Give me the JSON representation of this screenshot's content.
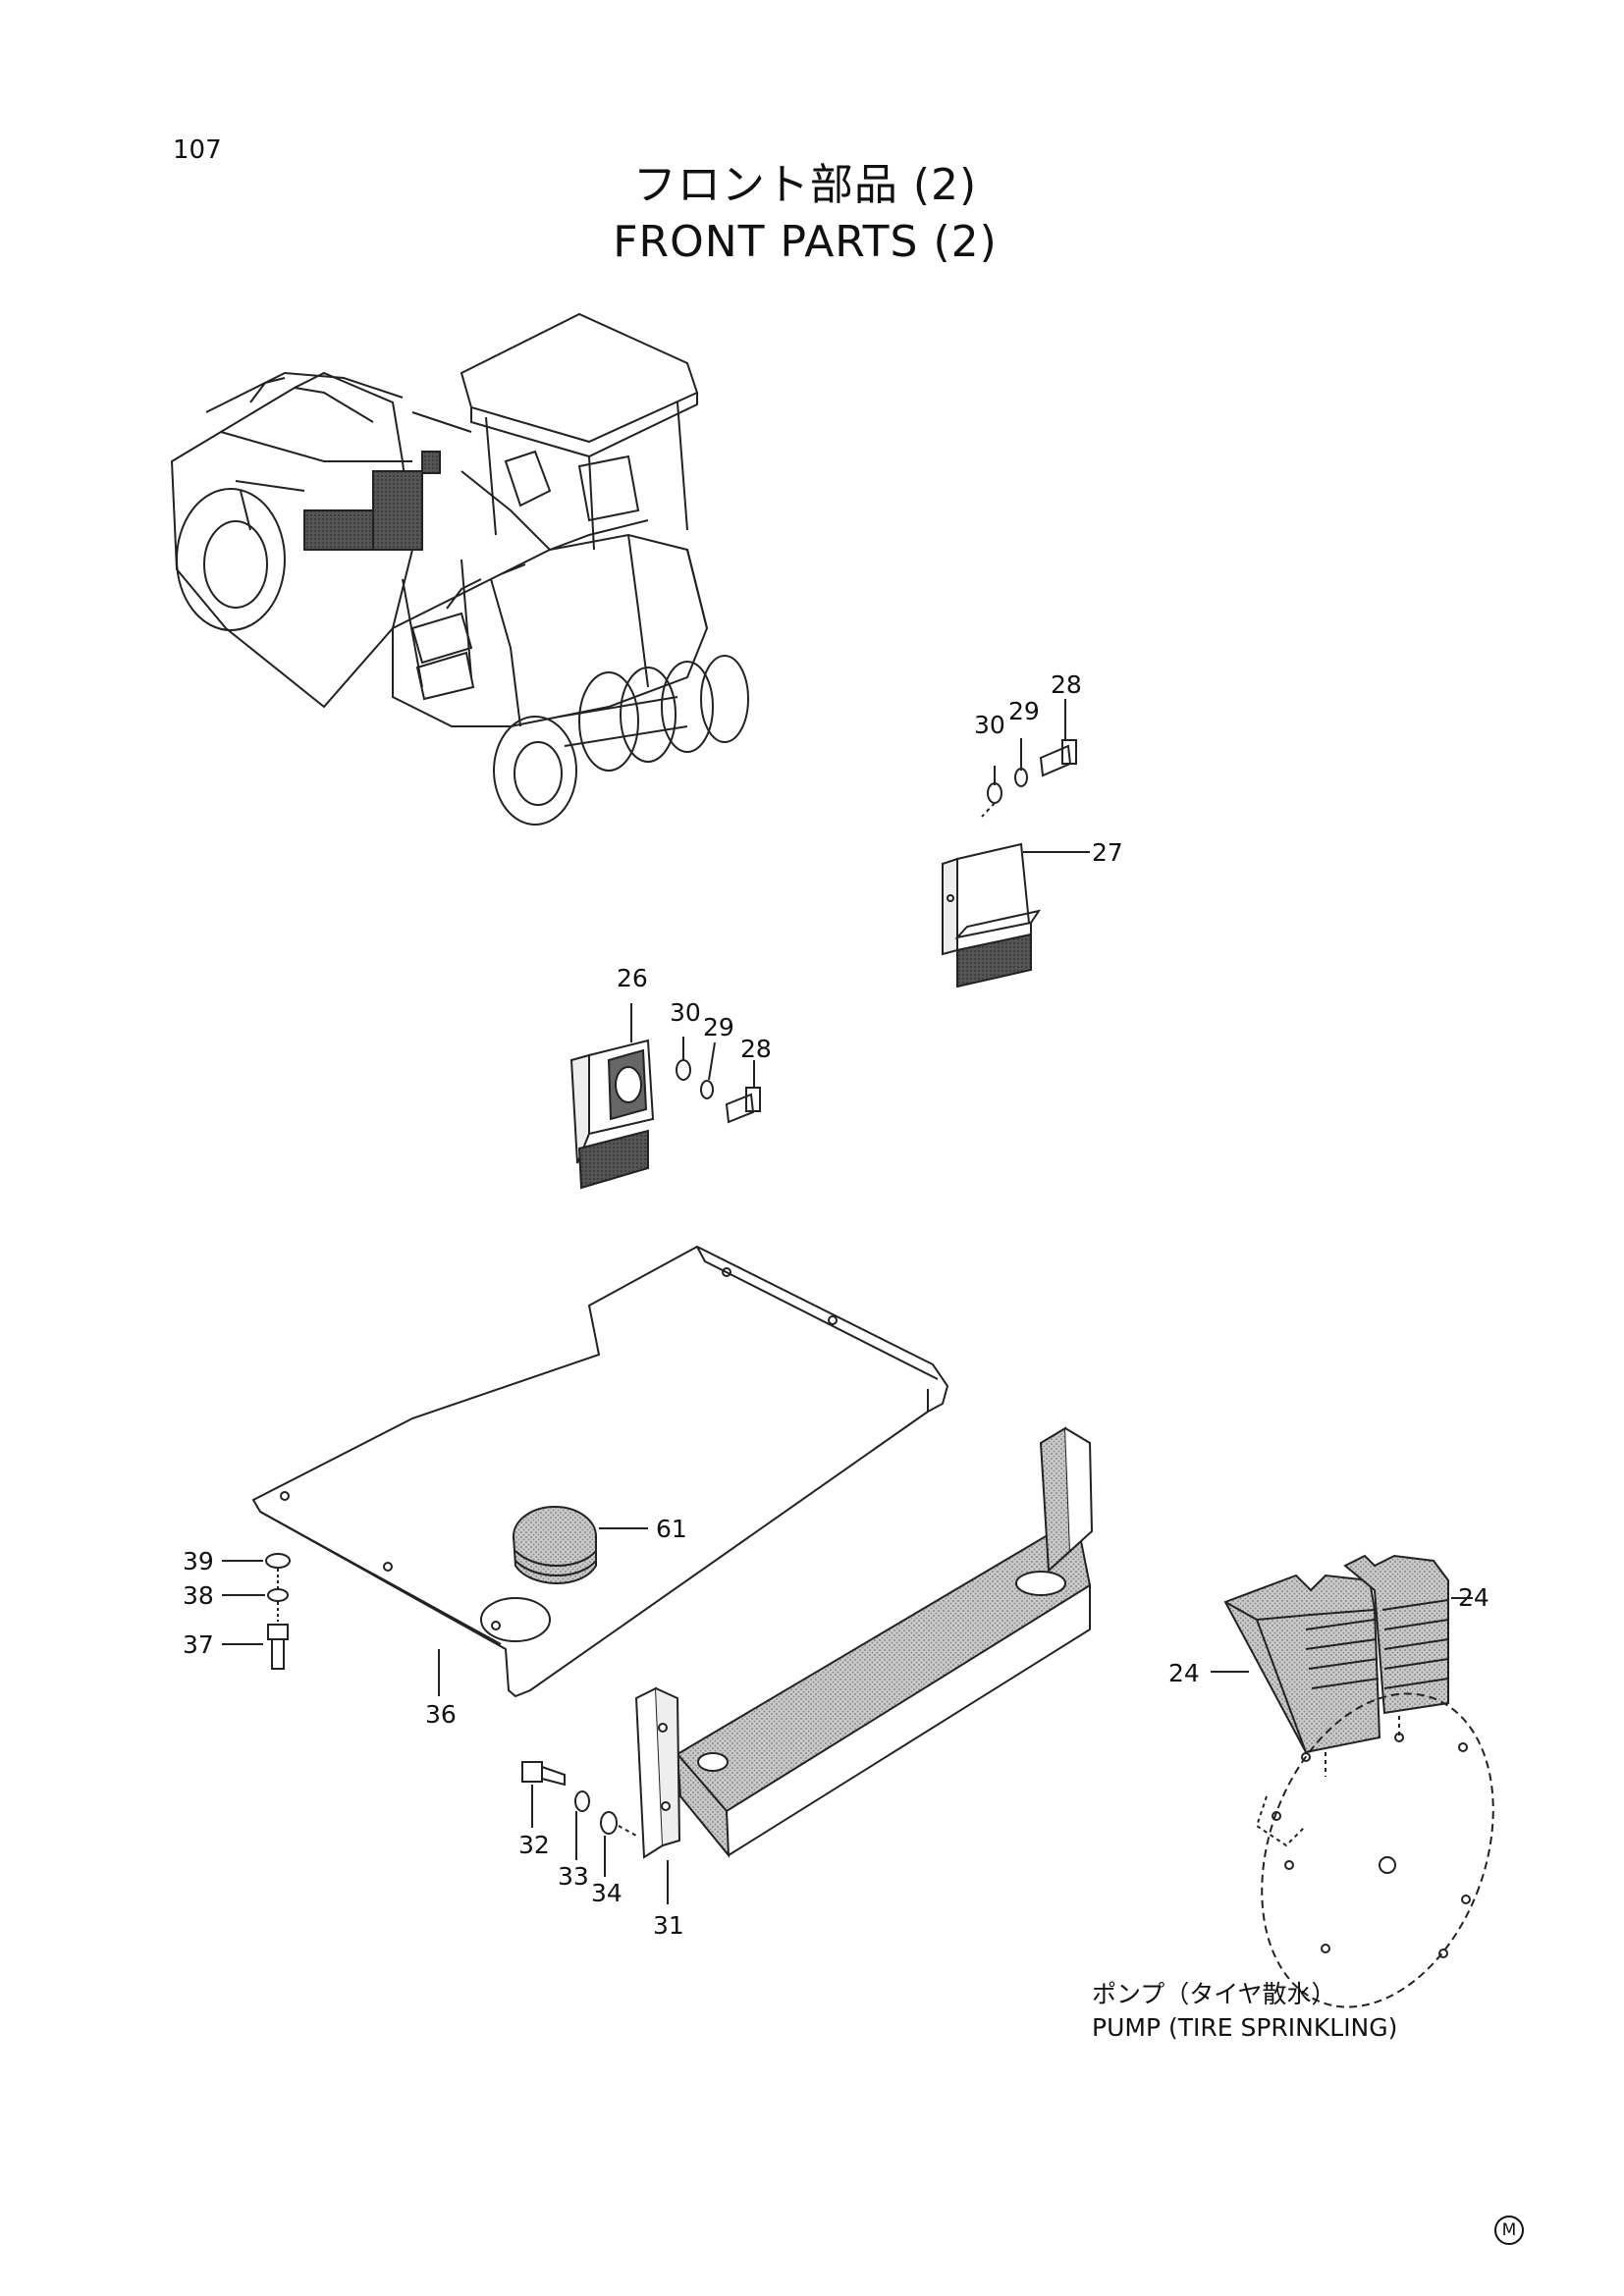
{
  "page": {
    "number": "107",
    "title_jp": "フロント部品 (2)",
    "title_en": "FRONT PARTS (2)"
  },
  "labels": {
    "p24a": "24",
    "p24b": "24",
    "p26": "26",
    "p27": "27",
    "p28a": "28",
    "p29a": "29",
    "p30a": "30",
    "p28b": "28",
    "p29b": "29",
    "p30b": "30",
    "p31": "31",
    "p32": "32",
    "p33": "33",
    "p34": "34",
    "p36": "36",
    "p37": "37",
    "p38": "38",
    "p39": "39",
    "p61": "61"
  },
  "caption": {
    "jp": "ポンプ（タイヤ散水）",
    "en": "PUMP (TIRE SPRINKLING)"
  },
  "mark": "M"
}
